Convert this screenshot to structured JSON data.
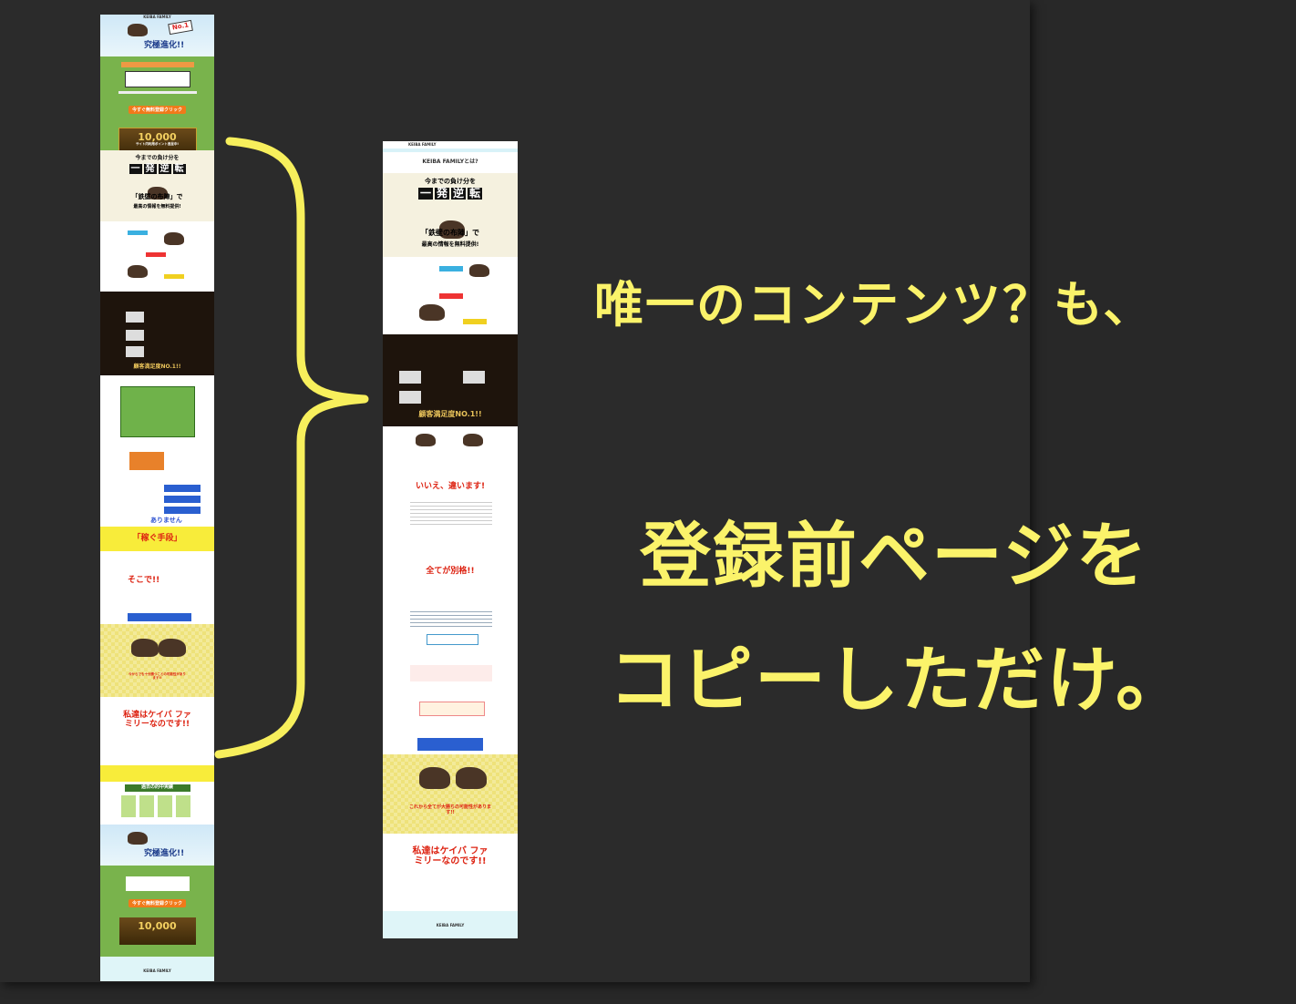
{
  "captions": {
    "line1": "唯一のコンテンツ？も、",
    "line2": "登録前ページを",
    "line3": "コピーしただけ。"
  },
  "colors": {
    "caption": "#fbf36a",
    "brace": "#f7ef5c",
    "background": "#2b2b2b"
  },
  "left_page": {
    "logo": "KEIBA FAMILY",
    "hero_badge": "No.1",
    "hero_title": "究極進化!!",
    "cta_button": "今すぐ無料登録クリック",
    "bonus_amount": "10,000",
    "bonus_text": "サイト内利用ポイント進呈中!",
    "headline_small": "今までの負け分を",
    "headline_big": [
      "一",
      "発",
      "逆",
      "転"
    ],
    "feature": "「鉄壁の布陣」で",
    "feature_sub": "最高の情報を無料提供!",
    "satisfaction": "顧客満足度NO.1!!",
    "none": "ありません",
    "earn": "「稼ぐ手段」",
    "sokode": "そこで!!",
    "possibility": "今からでも十分勝つことの可能性があります!!",
    "family": "私達はケイバ ファミリーなのです!!",
    "results": "過去の的中実績"
  },
  "right_page": {
    "logo": "KEIBA FAMILY",
    "about": "KEIBA FAMILYとは?",
    "headline_small": "今までの負け分を",
    "headline_big": [
      "一",
      "発",
      "逆",
      "転"
    ],
    "feature": "「鉄壁の布陣」で",
    "feature_sub": "最高の情報を無料提供!",
    "satisfaction": "顧客満足度NO.1!!",
    "no": "いいえ、違います!",
    "all_special": "全てが別格!!",
    "possibility": "これから全てが大勝ちの可能性があります!!",
    "family": "私達はケイバ ファミリーなのです!!",
    "footer_logo": "KEIBA FAMILY"
  }
}
